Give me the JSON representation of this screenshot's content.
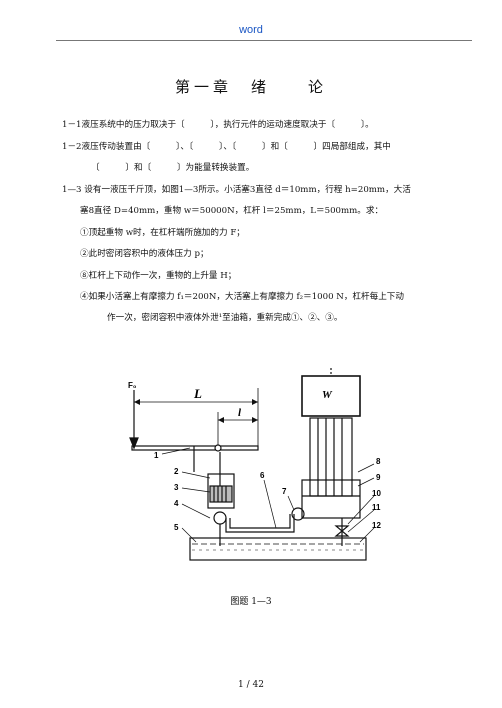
{
  "header": {
    "text": "word"
  },
  "title": "第一章　绪　　论",
  "lines": [
    "1－1液压系统中的压力取决于〔　　　〕，执行元件的运动速度取决于〔　　　〕。",
    "1－2液压传动装置由〔　　　〕、〔　　　〕、〔　　　〕和〔　　　〕四局部组成，其中",
    "〔　　　〕和〔　　　〕为能量转换装置。",
    "1—3  设有一液压千斤顶，如图1—3所示。小活塞3直径 d＝10mm，行程 h=20mm，大活",
    "塞8直径 D=40mm，重物 w＝50000N，杠杆 l＝25mm，L＝500mm。求：",
    "①顶起重物 w时，在杠杆端所施加的力 F；",
    "②此时密闭容积中的液体压力 p；",
    "⑧杠杆上下动作一次，重物的上升量 H；",
    "④如果小活塞上有摩擦力 f₁＝200N，大活塞上有摩擦力 f₂＝1000 N，杠杆每上下动",
    "作一次，密闭容积中液体外泄¹至油箱，重新完成①、②、③。"
  ],
  "figure": {
    "caption": "图题 1—3",
    "labels": {
      "F0": "F₀",
      "L": "L",
      "l": "l",
      "W": "W",
      "n1": "1",
      "n2": "2",
      "n3": "3",
      "n4": "4",
      "n5": "5",
      "n6": "6",
      "n7": "7",
      "n8": "8",
      "n9": "9",
      "n10": "10",
      "n11": "11",
      "n12": "12"
    }
  },
  "footer": {
    "page": "1 / 42"
  }
}
